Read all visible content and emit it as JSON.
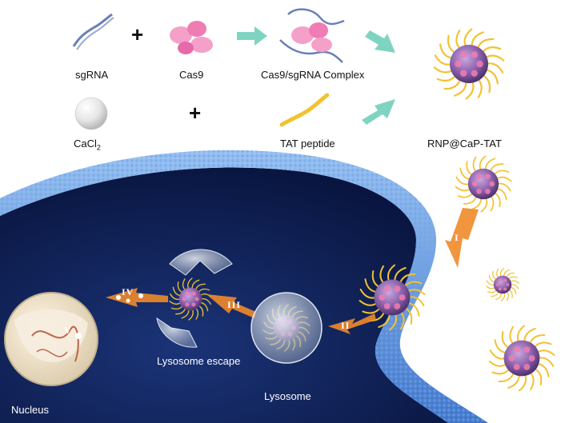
{
  "reagents": {
    "sgrna": "sgRNA",
    "cas9": "Cas9",
    "complex": "Cas9/sgRNA Complex",
    "cacl2_base": "CaCl",
    "cacl2_sub": "2",
    "tat": "TAT peptide",
    "product": "RNP@CaP-TAT"
  },
  "operators": {
    "plus": "+"
  },
  "steps": [
    "I",
    "II",
    "III",
    "IV",
    "V"
  ],
  "cell": {
    "lysosome": "Lysosome",
    "lysosome_escape": "Lysosome escape",
    "nucleus": "Nucleus"
  },
  "colors": {
    "membrane": "#5b8fd8",
    "cytoplasm": "#0e1f55",
    "arrow_teal": "#7fd4c1",
    "arrow_orange": "#f08a2a",
    "cas9": "#f4a0c8",
    "peptide": "#f2c230",
    "nanoparticle_core": "#8a5fa8"
  }
}
